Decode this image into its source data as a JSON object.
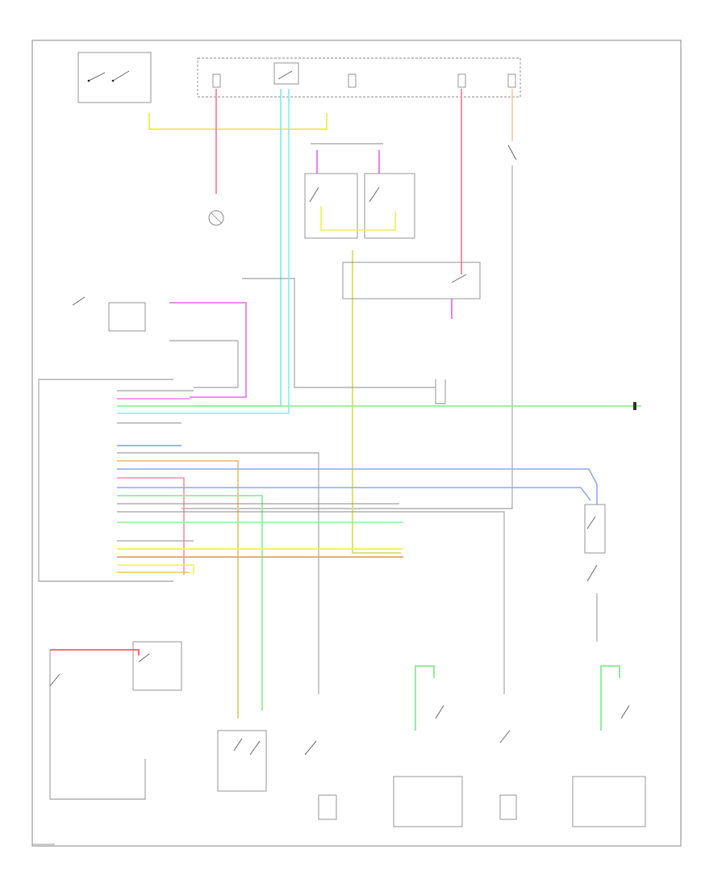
{
  "footer_code": "",
  "wire_colors": {
    "yellow": "#f2ee5a",
    "pink": "#ff8fa0",
    "light_blue": "#8fe8f2",
    "magenta": "#f07cf4",
    "light_green": "#8ff09a",
    "blue": "#8fa8f2",
    "orange": "#f5c46a",
    "light_orange": "#f7d0a8",
    "red": "#ff5a6a",
    "olive": "#dcdc6a",
    "brown": "#e6a55a",
    "gray": "#8a8a8a"
  },
  "components": [
    {
      "id": "ignition-switch",
      "text": ""
    },
    {
      "id": "fuse-block-top",
      "text": ""
    },
    {
      "id": "fuse-left",
      "text": ""
    },
    {
      "id": "ignition-relay",
      "text": ""
    },
    {
      "id": "fuse-mid",
      "text": ""
    },
    {
      "id": "fuse-right-1",
      "text": ""
    },
    {
      "id": "fuse-right-2",
      "text": ""
    },
    {
      "id": "right-fuse-note",
      "text": ""
    },
    {
      "id": "oil-pressure-switch",
      "text": ""
    },
    {
      "id": "clutch-switch",
      "text": ""
    },
    {
      "id": "overdrive-switch",
      "text": ""
    },
    {
      "id": "instrument-cluster",
      "text": ""
    },
    {
      "id": "oxygen-sensor-relay",
      "text": ""
    },
    {
      "id": "starter-relay",
      "text": ""
    },
    {
      "id": "brake-switch",
      "text": ""
    },
    {
      "id": "control-module",
      "text": ""
    },
    {
      "id": "vehicle-speed-sensor",
      "text": ""
    },
    {
      "id": "crankshaft-sensor",
      "text": ""
    },
    {
      "id": "throttle-switch-group",
      "text": ""
    },
    {
      "id": "right-lower-module",
      "text": ""
    },
    {
      "id": "left-lower-module",
      "text": ""
    },
    {
      "id": "left-bottom-switch",
      "text": ""
    },
    {
      "id": "bottom-switch-1",
      "text": ""
    },
    {
      "id": "bottom-switch-2",
      "text": ""
    },
    {
      "id": "bottom-box-left",
      "text": ""
    },
    {
      "id": "bottom-switch-3",
      "text": ""
    },
    {
      "id": "bottom-box-right",
      "text": ""
    }
  ],
  "module_pins": [
    "",
    "",
    "",
    "",
    "",
    "",
    "",
    "",
    "",
    "",
    "",
    "",
    "",
    "",
    "",
    "",
    "",
    "",
    "",
    "",
    "",
    "",
    ""
  ]
}
